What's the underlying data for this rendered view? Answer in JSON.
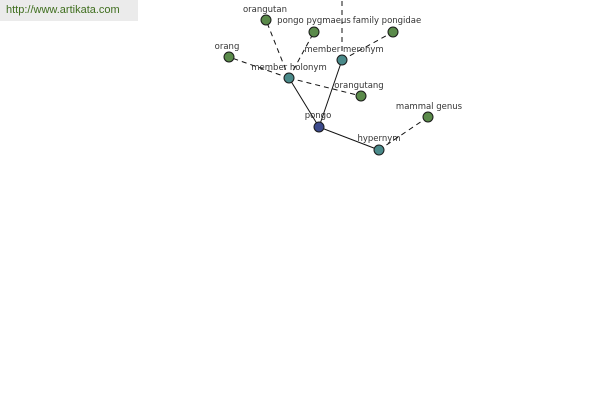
{
  "source_link": {
    "text": "http://www.artikata.com"
  },
  "colors": {
    "leaf_node": "#5a8a4a",
    "relation_node": "#4a8a8a",
    "root_node": "#3c4a8c",
    "link_text": "#3f6e1e"
  },
  "graph": {
    "nodes": [
      {
        "id": "pongo",
        "label": "pongo",
        "kind": "root"
      },
      {
        "id": "member-holonym",
        "label": "member holonym",
        "kind": "relation"
      },
      {
        "id": "member-meronym",
        "label": "member meronym",
        "kind": "relation"
      },
      {
        "id": "hypernym",
        "label": "hypernym",
        "kind": "relation"
      },
      {
        "id": "orangutan",
        "label": "orangutan",
        "kind": "leaf"
      },
      {
        "id": "pongo-pygmaeus",
        "label": "pongo pygmaeus",
        "kind": "leaf"
      },
      {
        "id": "family-pongidae",
        "label": "family pongidae",
        "kind": "leaf"
      },
      {
        "id": "orang",
        "label": "orang",
        "kind": "leaf"
      },
      {
        "id": "orangutang",
        "label": "orangutang",
        "kind": "leaf"
      },
      {
        "id": "mammal-genus",
        "label": "mammal genus",
        "kind": "leaf"
      }
    ],
    "edges": [
      {
        "from": "pongo",
        "to": "member-holonym",
        "style": "solid"
      },
      {
        "from": "pongo",
        "to": "member-meronym",
        "style": "solid"
      },
      {
        "from": "pongo",
        "to": "hypernym",
        "style": "solid"
      },
      {
        "from": "member-holonym",
        "to": "orangutan",
        "style": "dashed"
      },
      {
        "from": "member-holonym",
        "to": "pongo-pygmaeus",
        "style": "dashed"
      },
      {
        "from": "member-holonym",
        "to": "orang",
        "style": "dashed"
      },
      {
        "from": "member-holonym",
        "to": "orangutang",
        "style": "dashed"
      },
      {
        "from": "member-meronym",
        "to": "family-pongidae",
        "style": "dashed"
      },
      {
        "from": "member-meronym",
        "to": "offscreen-top",
        "style": "dashed"
      },
      {
        "from": "hypernym",
        "to": "mammal-genus",
        "style": "dashed"
      }
    ]
  }
}
